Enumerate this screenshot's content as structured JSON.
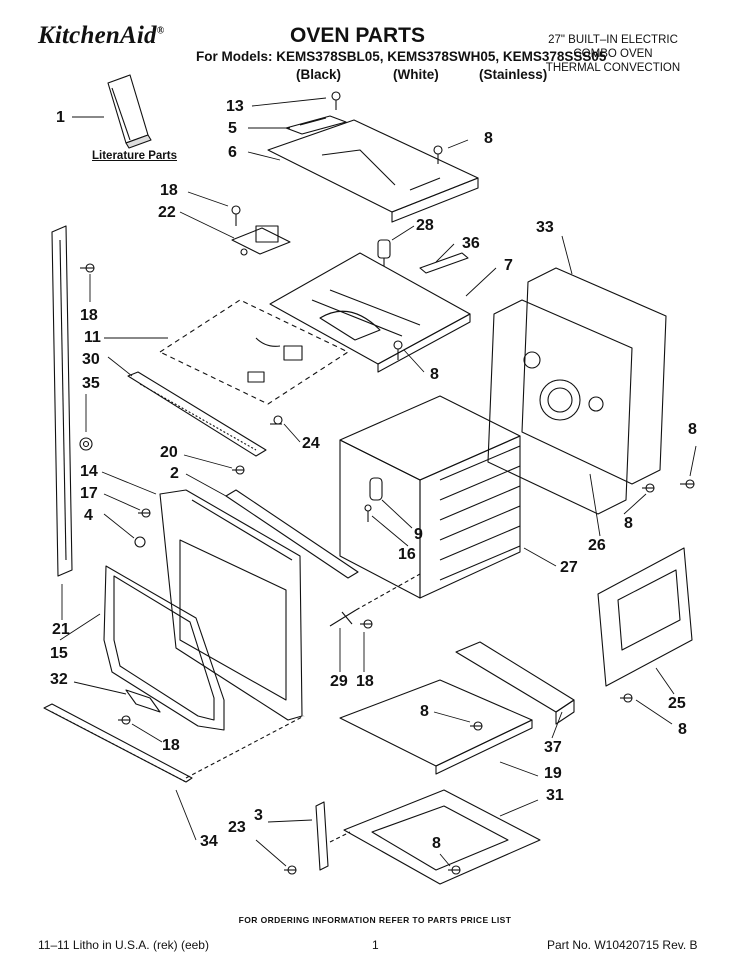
{
  "header": {
    "brand": "KitchenAid",
    "title": "OVEN PARTS",
    "models_line": "For Models: KEMS378SBL05, KEMS378SWH05, KEMS378SSS05",
    "variants": [
      "(Black)",
      "(White)",
      "(Stainless)"
    ],
    "spec_lines": [
      "27\" BUILT–IN ELECTRIC",
      "COMBO OVEN",
      "THERMAL CONVECTION"
    ]
  },
  "literature_label": "Literature Parts",
  "callouts": [
    "1",
    "13",
    "5",
    "8",
    "6",
    "18",
    "22",
    "28",
    "36",
    "7",
    "33",
    "18",
    "11",
    "30",
    "35",
    "8",
    "24",
    "20",
    "2",
    "14",
    "17",
    "4",
    "9",
    "16",
    "27",
    "8",
    "26",
    "8",
    "21",
    "15",
    "32",
    "29",
    "18",
    "25",
    "8",
    "37",
    "19",
    "18",
    "34",
    "3",
    "23",
    "31",
    "8"
  ],
  "footer": {
    "ordering_note": "FOR ORDERING INFORMATION REFER TO PARTS PRICE LIST",
    "litho": "11–11 Litho in U.S.A. (rek) (eeb)",
    "page": "1",
    "part_no": "Part No. W10420715 Rev. B"
  },
  "colors": {
    "ink": "#111111",
    "paper": "#ffffff"
  }
}
